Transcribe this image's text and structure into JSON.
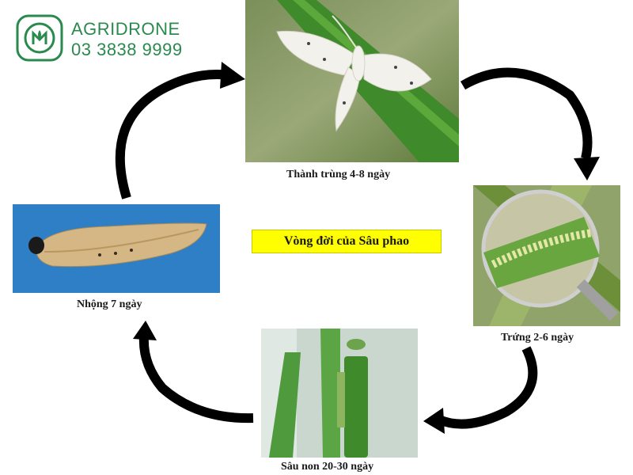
{
  "brand": {
    "name": "AGRIDRONE",
    "phone": "03 3838 9999",
    "color": "#2a8a4e",
    "logo_icon": "shield-leaf-logo"
  },
  "title": "Vòng đời của Sâu phao",
  "stages": {
    "adult": "Thành trùng 4-8 ngày",
    "egg": "Trứng 2-6 ngày",
    "larva": "Sâu non 20-30 ngày",
    "pupa": "Nhộng 7 ngày"
  },
  "colors": {
    "title_background": "#ffff00",
    "arrow": "#000000"
  }
}
